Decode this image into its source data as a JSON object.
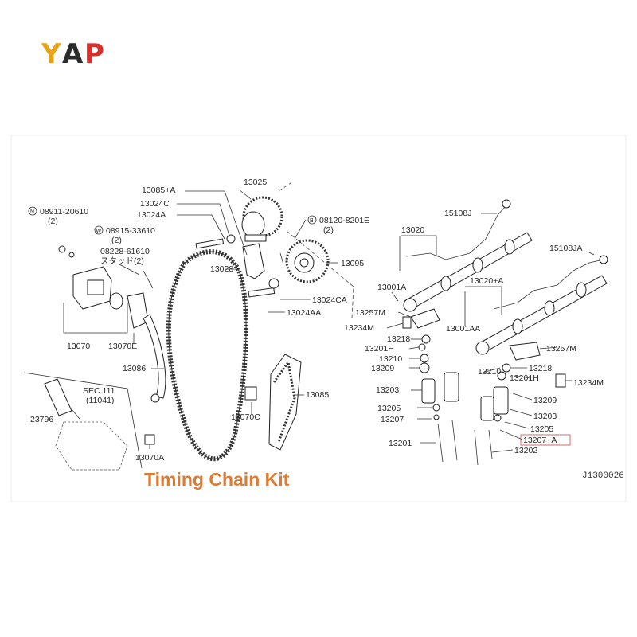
{
  "brand": {
    "logo_letters": [
      "Y",
      "A",
      "P"
    ],
    "logo_colors": [
      "#e8a317",
      "#2b2b2b",
      "#d9302c"
    ]
  },
  "caption": "Timing Chain Kit",
  "diagram_ref": "J1300026",
  "labels": {
    "p13025": "13025",
    "p13085a": "13085+A",
    "p13024c": "13024C",
    "p13024a": "13024A",
    "n08911": "08911-20610",
    "n08911q": "(2)",
    "w08915": "08915-33610",
    "w08915q": "(2)",
    "s08228": "08228-61610",
    "s08228q": "スタッド(2)",
    "b08120": "08120-8201E",
    "b08120q": "(2)",
    "p13028": "13028",
    "p13095": "13095",
    "p13024ca": "13024CA",
    "p13024aa": "13024AA",
    "p13070": "13070",
    "p13070e": "13070E",
    "p13086": "13086",
    "p13070c": "13070C",
    "p13070a": "13070A",
    "p13085": "13085",
    "p23796": "23796",
    "sec": "SEC.111",
    "sec_sub": "(11041)",
    "p15108j": "15108J",
    "p15108ja": "15108JA",
    "p13020": "13020",
    "p13020a": "13020+A",
    "p13001a": "13001A",
    "p13001aa": "13001AA",
    "p13257m_l": "13257M",
    "p13257m_r": "13257M",
    "p13234m_l": "13234M",
    "p13234m_r": "13234M",
    "p13218_l": "13218",
    "p13218_r": "13218",
    "p13201h_l": "13201H",
    "p13201h_r": "13201H",
    "p13210_l": "13210",
    "p13210_r": "13210",
    "p13209_l": "13209",
    "p13209_r": "13209",
    "p13203_l": "13203",
    "p13203_r": "13203",
    "p13205_l": "13205",
    "p13205_r": "13205",
    "p13207": "13207",
    "p13207a": "13207+A",
    "p13201": "13201",
    "p13202": "13202"
  }
}
